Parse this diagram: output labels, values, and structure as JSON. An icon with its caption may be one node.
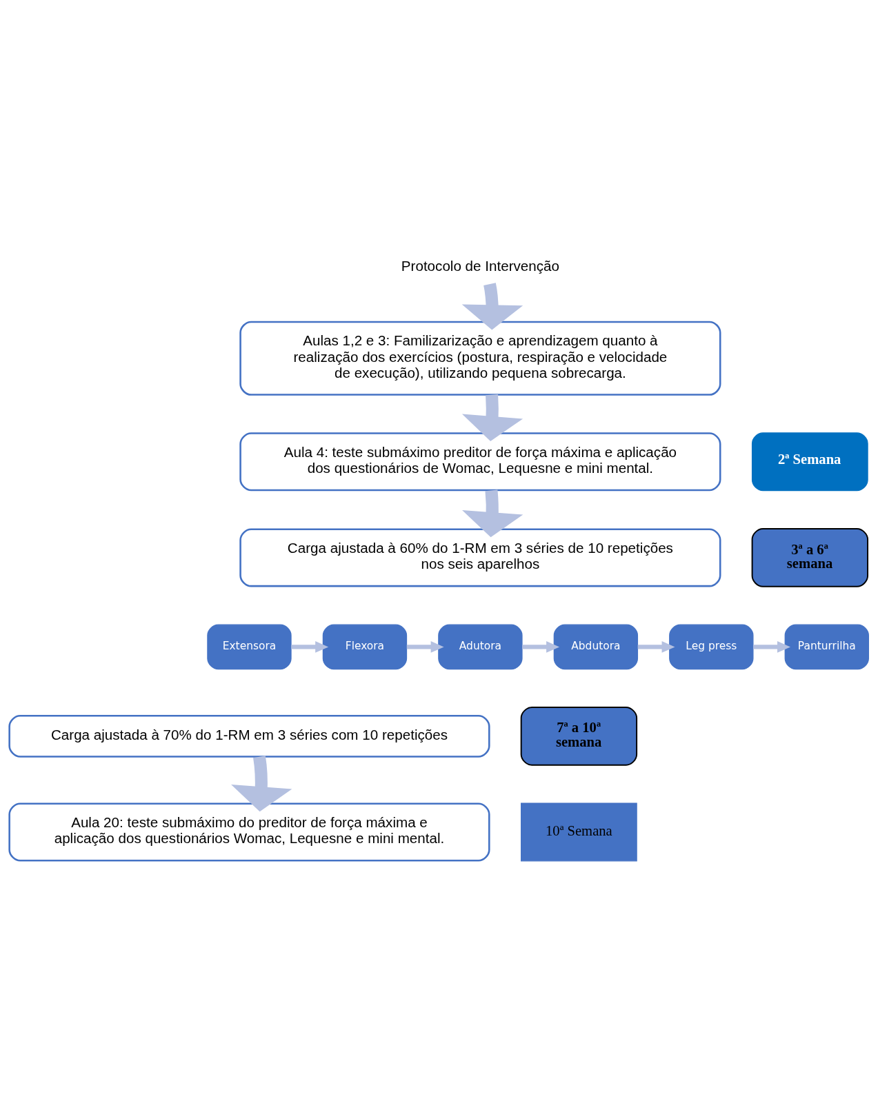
{
  "diagram": {
    "nodes": [
      {
        "text": [
          "Protocolo de Intervenção"
        ]
      },
      {
        "text": [
          "Aulas 1,2 e 3: Familizarização e aprendizagem quanto à realização dos exercícios (postura, respiração e velocidade de execução), utilizando pequena sobrecarga."
        ]
      },
      {
        "text": [
          "Aula 4: teste submáximo preditor de força máxima e aplicação dos questionários de Womac, Lequesne e mini mental."
        ]
      },
      {
        "text": [
          "2ª Semana"
        ]
      },
      {
        "text": [
          "Carga ajustada à 60% do 1-RM em 3 séries de 10 repetições nos seis aparelhos"
        ]
      },
      {
        "text": [
          "3ª a 6ª semana"
        ]
      },
      {
        "text": [
          "Extensora"
        ]
      },
      {
        "text": [
          "Flexora"
        ]
      },
      {
        "text": [
          "Adutora"
        ]
      },
      {
        "text": [
          "Abdutora"
        ]
      },
      {
        "text": [
          "Leg press"
        ]
      },
      {
        "text": [
          "Panturrilha"
        ]
      },
      {
        "text": [
          "Carga ajustada à 70% do 1-RM em 3 séries com 10 repetições"
        ]
      },
      {
        "text": [
          "7ª a 10ª semana"
        ]
      },
      {
        "text": [
          "Aula 20: teste submáximo do preditor de força máxima e aplicação dos questionários Womac, Lequesne e mini mental."
        ]
      },
      {
        "text": [
          "10ª Semana"
        ]
      }
    ],
    "edges": [
      {
        "from": 0,
        "to": 1,
        "arrow": "to",
        "style": "thick"
      },
      {
        "from": 1,
        "to": 2,
        "arrow": "to",
        "style": "thick"
      },
      {
        "from": 2,
        "to": 4,
        "arrow": "to",
        "style": "thick"
      },
      {
        "from": 6,
        "to": 7,
        "arrow": "to"
      },
      {
        "from": 7,
        "to": 8,
        "arrow": "to"
      },
      {
        "from": 8,
        "to": 9,
        "arrow": "to"
      },
      {
        "from": 9,
        "to": 10,
        "arrow": "to"
      },
      {
        "from": 10,
        "to": 11,
        "arrow": "to"
      },
      {
        "from": 12,
        "to": 14,
        "arrow": "to",
        "style": "thick"
      }
    ]
  }
}
